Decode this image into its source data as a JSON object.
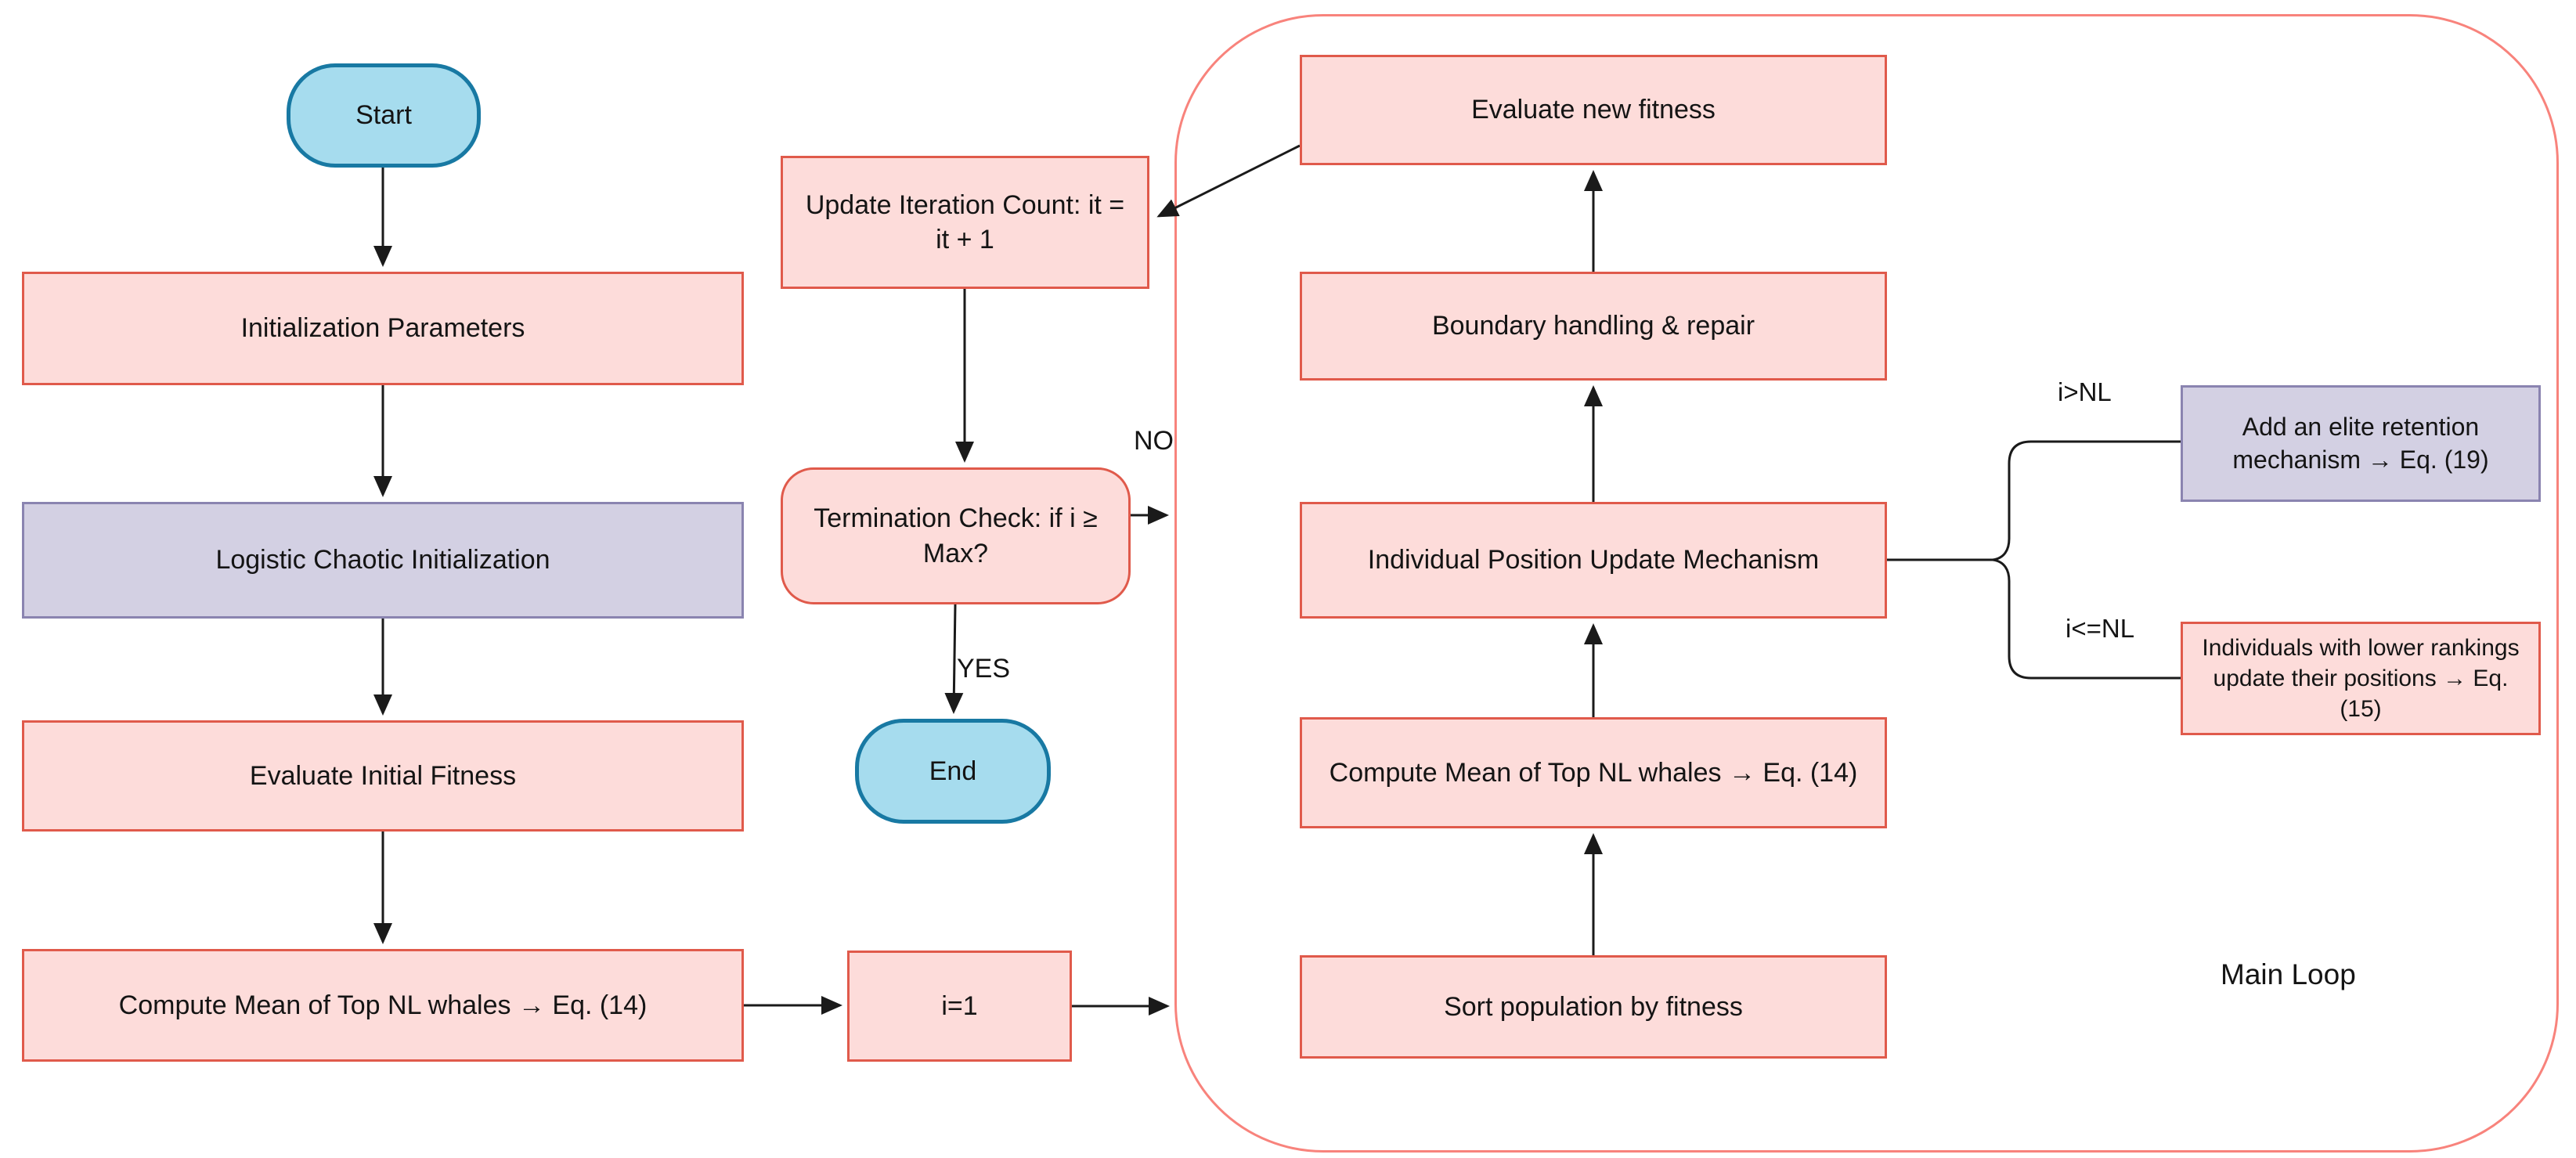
{
  "diagram": {
    "nodes": {
      "start": "Start",
      "init_params": "Initialization Parameters",
      "logistic_chaotic": "Logistic Chaotic Initialization",
      "evaluate_initial_fitness": "Evaluate Initial Fitness",
      "compute_mean_left": "Compute Mean of Top NL whales → Eq. (14)",
      "i_eq_1": "i=1",
      "update_iteration": "Update Iteration Count: it = it + 1",
      "termination_check": "Termination Check: if i ≥ Max?",
      "end": "End",
      "evaluate_new_fitness": "Evaluate new fitness",
      "boundary_handling": "Boundary handling & repair",
      "individual_position_update": "Individual Position Update Mechanism",
      "compute_mean_right": "Compute Mean of Top NL whales → Eq. (14)",
      "sort_population": "Sort population by fitness",
      "elite_retention": "Add an elite retention mechanism → Eq. (19)",
      "lower_rankings": "Individuals with lower rankings update their positions → Eq. (15)"
    },
    "edge_labels": {
      "no": "NO",
      "yes": "YES",
      "i_gt_nl": "i>NL",
      "i_le_nl": "i<=NL"
    },
    "container": {
      "main_loop": "Main Loop"
    },
    "colors": {
      "process_fill": "#fddcda",
      "process_border": "#e05a4b",
      "highlight_fill": "#d3d0e3",
      "highlight_border": "#8a84b0",
      "terminal_fill": "#a6dcee",
      "terminal_border": "#1879a3",
      "loop_border": "#f8837c",
      "connector": "#1a1a1a"
    }
  }
}
